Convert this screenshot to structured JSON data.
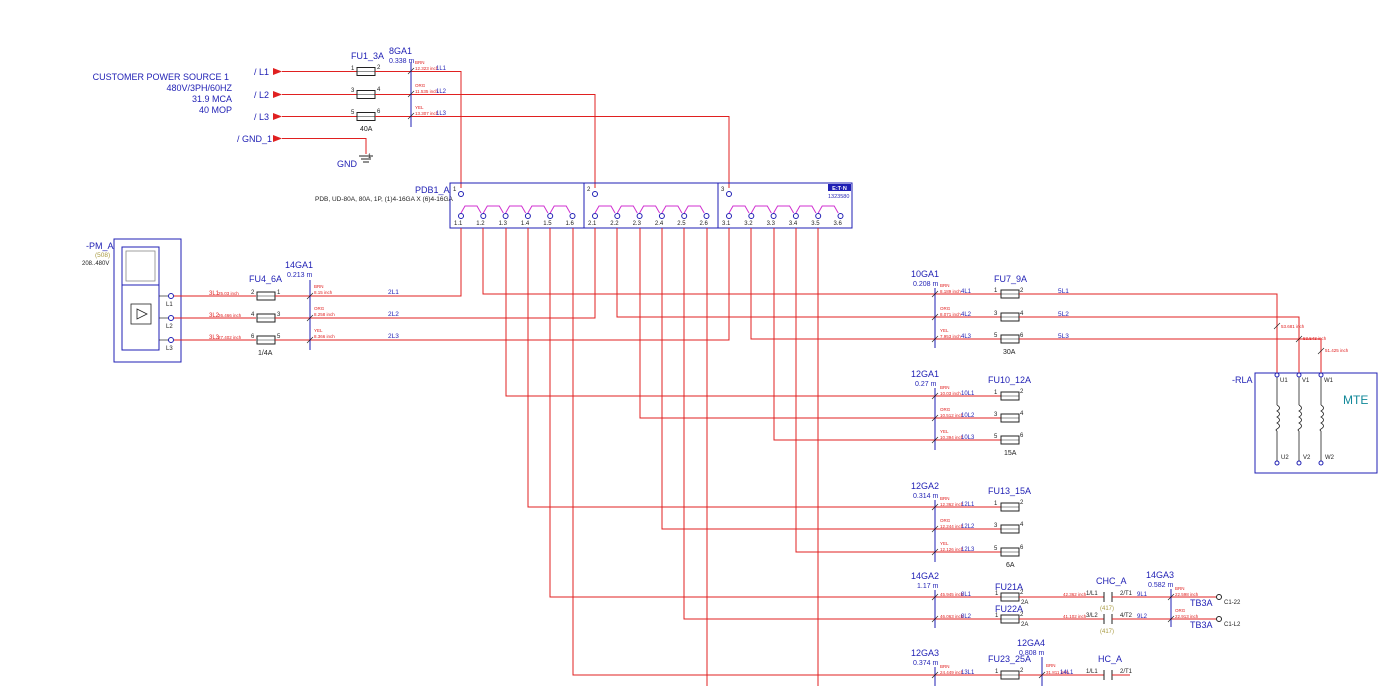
{
  "source": {
    "title": "CUSTOMER POWER SOURCE 1",
    "spec": "480V/3PH/60HZ",
    "mca": "31.9 MCA",
    "mop": "40 MOP",
    "lines": [
      "/ L1",
      "/ L2",
      "/ L3",
      "/ GND_1"
    ],
    "gnd_label": "GND",
    "gnd_pin": "1"
  },
  "fu1": {
    "name": "FU1_3A",
    "rating": "40A",
    "pins": [
      "1",
      "2",
      "3",
      "4",
      "5",
      "6"
    ]
  },
  "ga8": {
    "name": "8GA1",
    "len": "0.338 m",
    "colors": [
      "BRN",
      "ORG",
      "YEL"
    ],
    "lens": [
      "12.323 inch",
      "11.535 inch",
      "13.307 inch"
    ],
    "wires": [
      "1L1",
      "1L2",
      "1L3"
    ]
  },
  "pdb": {
    "name": "PDB1_A",
    "desc": "PDB, UD-80A, 80A, 1P, (1)4-16GA X (6)4-16GA",
    "part": "1323580",
    "brand": "E:T·N",
    "inputs": [
      "1",
      "2",
      "3"
    ],
    "outputs": [
      "1.1",
      "1.2",
      "1.3",
      "1.4",
      "1.5",
      "1.6",
      "2.1",
      "2.2",
      "2.3",
      "2.4",
      "2.5",
      "2.6",
      "3.1",
      "3.2",
      "3.3",
      "3.4",
      "3.5",
      "3.6"
    ]
  },
  "pm": {
    "name": "-PM_A",
    "ref": "(508)",
    "range": "208..480V",
    "terms": [
      "L1",
      "L2",
      "L3"
    ],
    "wire_lbls": [
      "3L1",
      "3L2",
      "3L3"
    ],
    "wire_lens": [
      "25.03 inch",
      "26.466 inch",
      "27.402 inch"
    ]
  },
  "fu4": {
    "name": "FU4_6A",
    "rating": "1/4A",
    "pins": [
      "2",
      "1",
      "4",
      "3",
      "6",
      "5"
    ]
  },
  "ga14": {
    "name": "14GA1",
    "len": "0.213 m",
    "colors": [
      "BRN",
      "ORG",
      "YEL"
    ],
    "lens": [
      "8.15 inch",
      "8.258 inch",
      "8.366 inch"
    ],
    "wires": [
      "2L1",
      "2L2",
      "2L3"
    ]
  },
  "ga10": {
    "name": "10GA1",
    "len": "0.208 m",
    "colors": [
      "BRN",
      "ORG",
      "YEL"
    ],
    "lens": [
      "8.189 inch",
      "8.071 inch",
      "7.953 inch"
    ],
    "wires": [
      "4L1",
      "4L2",
      "4L3"
    ]
  },
  "fu7": {
    "name": "FU7_9A",
    "rating": "30A",
    "pins": [
      "1",
      "2",
      "3",
      "4",
      "5",
      "6"
    ],
    "wires": [
      "5L1",
      "5L2",
      "5L3"
    ]
  },
  "mte_lens": [
    "53.681 inch",
    "53.543 inch",
    "51.425 inch"
  ],
  "rla": {
    "name": "-RLA",
    "device": "MTE",
    "top": [
      "U1",
      "V1",
      "W1"
    ],
    "bottom": [
      "U2",
      "V2",
      "W2"
    ]
  },
  "ga12_1": {
    "name": "12GA1",
    "len": "0.27 m",
    "colors": [
      "BRN",
      "ORG",
      "YEL"
    ],
    "lens": [
      "10.03 inch",
      "10.512 inch",
      "10.394 inch"
    ],
    "wires": [
      "10L1",
      "10L2",
      "10L3"
    ]
  },
  "fu10": {
    "name": "FU10_12A",
    "rating": "15A",
    "pins": [
      "1",
      "2",
      "3",
      "4",
      "5",
      "6"
    ]
  },
  "ga12_2": {
    "name": "12GA2",
    "len": "0.314 m",
    "colors": [
      "BRN",
      "ORG",
      "YEL"
    ],
    "lens": [
      "12.362 inch",
      "12.244 inch",
      "12.126 inch"
    ],
    "wires": [
      "12L1",
      "12L2",
      "12L3"
    ]
  },
  "fu13": {
    "name": "FU13_15A",
    "rating": "6A",
    "pins": [
      "1",
      "2",
      "3",
      "4",
      "5",
      "6"
    ]
  },
  "ga14_2": {
    "name": "14GA2",
    "len": "1.17 m",
    "lens": [
      "45.945 inch",
      "46.063 inch"
    ],
    "wires": [
      "8L1",
      "8L2"
    ]
  },
  "fu21": {
    "name": "FU21A",
    "rating": "2A",
    "pins": [
      "1",
      "2"
    ]
  },
  "fu22": {
    "name": "FU22A",
    "rating": "2A",
    "pins": [
      "1",
      "2"
    ]
  },
  "chc": {
    "name": "CHC_A",
    "pins": [
      "1/L1",
      "2/T1",
      "3/L2",
      "4/T2"
    ],
    "refs": [
      "(417)",
      "(417)"
    ],
    "lens": [
      "42.362 inch",
      "41.102 inch"
    ]
  },
  "ga14_3": {
    "name": "14GA3",
    "len": "0.582 m",
    "colors": [
      "BRN",
      "ORG"
    ],
    "lens": [
      "22.598 inch",
      "22.913 inch"
    ],
    "wires": [
      "9L1",
      "9L2"
    ]
  },
  "tb3a": {
    "labels": [
      "TB3A",
      "TB3A"
    ],
    "terms": [
      "C1-22",
      "C1-L2"
    ]
  },
  "ga12_3": {
    "name": "12GA3",
    "len": "0.374 m",
    "color": "BRN",
    "lens": [
      "24.449 inch"
    ],
    "wires": [
      "13L1"
    ]
  },
  "fu23": {
    "name": "FU23_25A",
    "pins": [
      "1",
      "2"
    ]
  },
  "ga12_4": {
    "name": "12GA4",
    "len": "0.808 m",
    "color": "BRN",
    "wire_len": "31.811 inch",
    "wire": "14L1"
  },
  "hc": {
    "name": "HC_A",
    "pins": [
      "1/L1",
      "2/T1"
    ]
  }
}
